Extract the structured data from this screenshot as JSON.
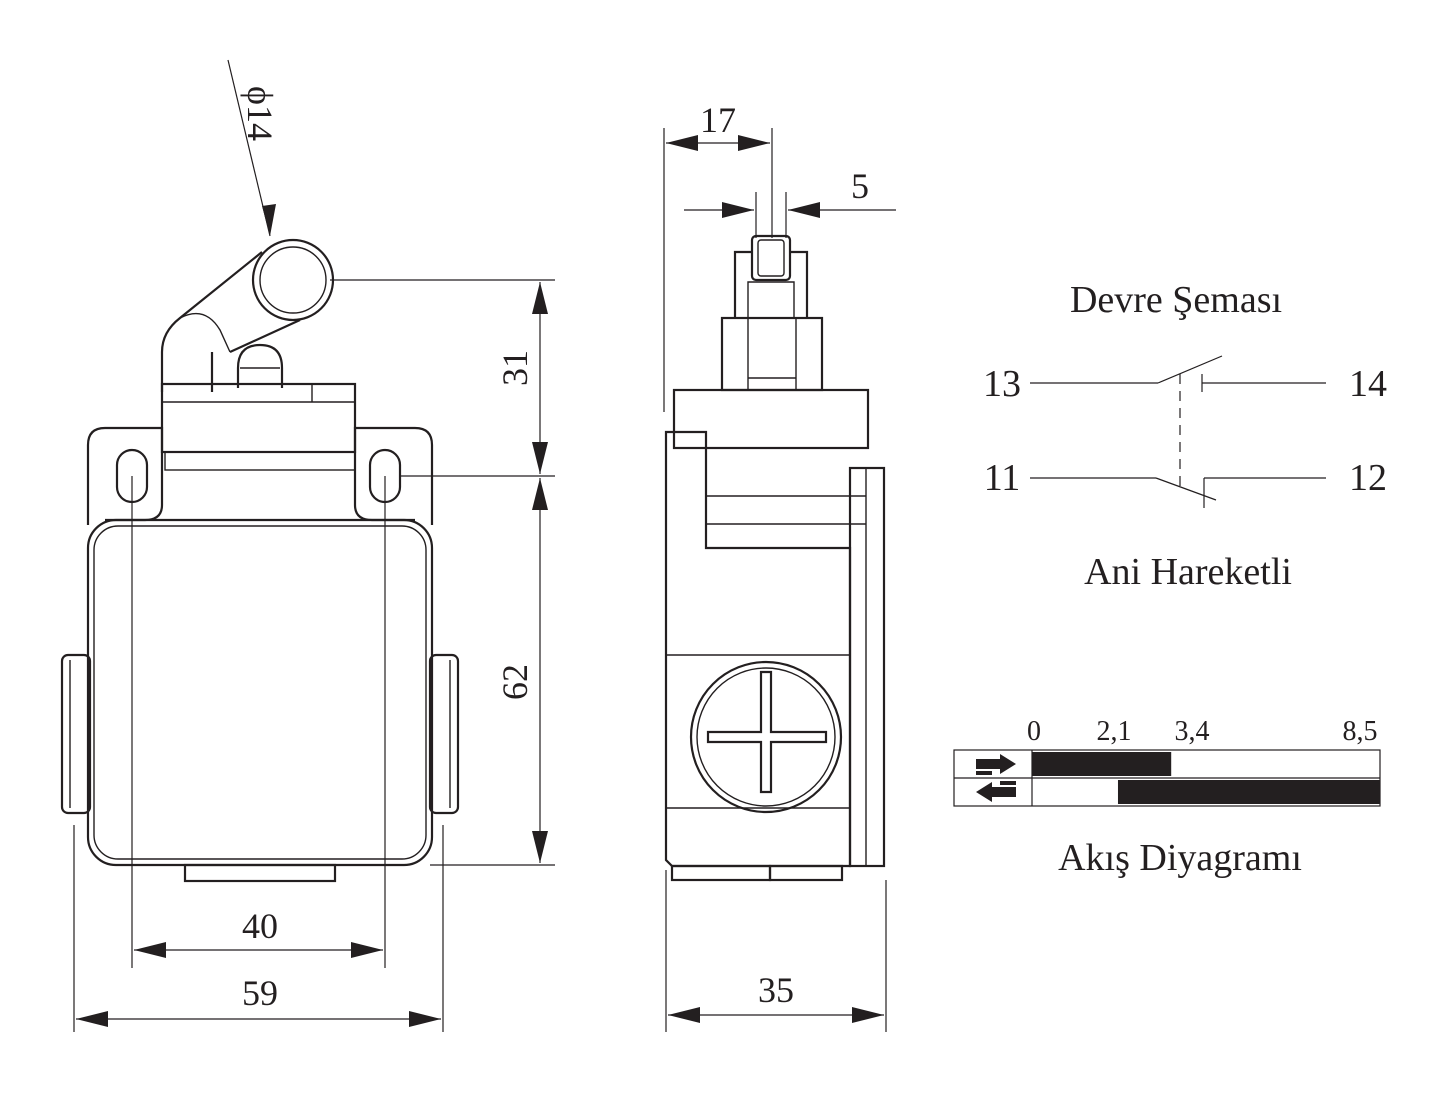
{
  "front_view": {
    "roller_diameter": "ϕ14",
    "dim_height_top": "31",
    "dim_height_body": "62",
    "dim_hole_spacing": "40",
    "dim_total_width": "59"
  },
  "side_view": {
    "dim_offset": "17",
    "dim_roller_width": "5",
    "dim_depth": "35"
  },
  "circuit": {
    "title": "Devre Şeması",
    "terminal_13": "13",
    "terminal_14": "14",
    "terminal_11": "11",
    "terminal_12": "12",
    "caption": "Ani Hareketli"
  },
  "flow": {
    "scale": [
      "0",
      "2,1",
      "3,4",
      "8,5"
    ],
    "segments_forward": [
      {
        "from": 0,
        "to": 3.4,
        "state": "closed"
      },
      {
        "from": 3.4,
        "to": 8.5,
        "state": "open"
      }
    ],
    "segments_return": [
      {
        "from": 0,
        "to": 2.1,
        "state": "open"
      },
      {
        "from": 2.1,
        "to": 8.5,
        "state": "closed"
      }
    ],
    "max": 8.5,
    "caption": "Akış Diyagramı",
    "fill_color": "#231f20"
  }
}
